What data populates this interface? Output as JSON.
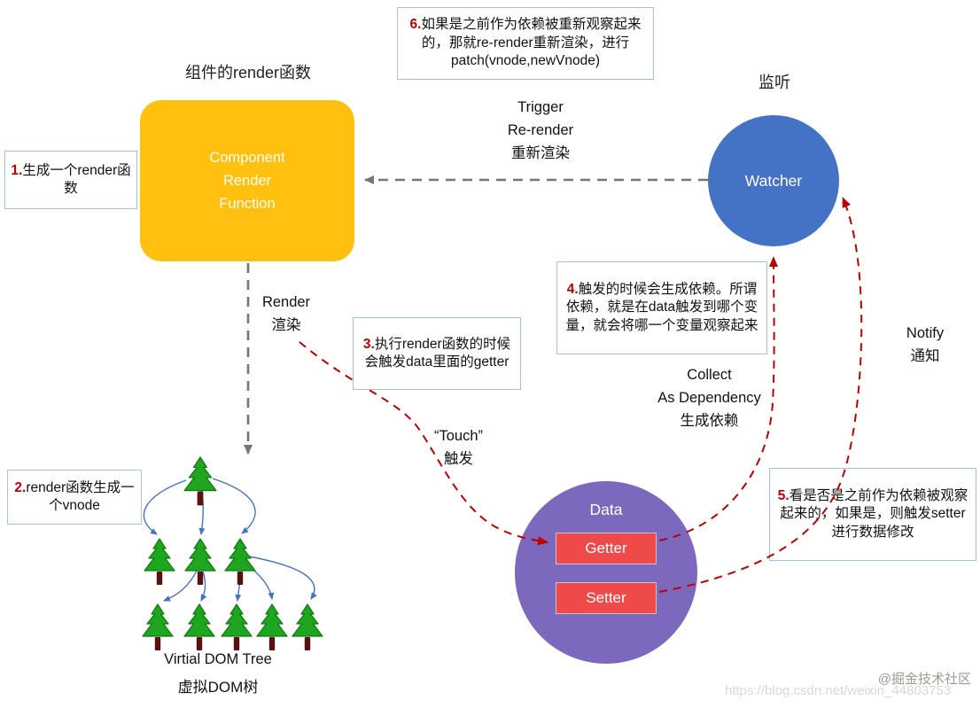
{
  "colors": {
    "component_fill": "#FFC010",
    "watcher_fill": "#4472C4",
    "data_fill": "#7C68BD",
    "getter_setter_fill": "#EE4A4A",
    "annotation_border": "#9DC3E6",
    "red_dashed_arrow": "#C00000",
    "gray_dashed_arrow": "#757575",
    "tree_arrow": "#4472C4",
    "tree_green": "#1FA51F",
    "tree_trunk": "#571111"
  },
  "nodes": {
    "component": {
      "title": "组件的render函数",
      "lines": [
        "Component",
        "Render",
        "Function"
      ]
    },
    "watcher": {
      "title": "监听",
      "label": "Watcher"
    },
    "data": {
      "label": "Data",
      "getter": "Getter",
      "setter": "Setter"
    }
  },
  "edges": {
    "trigger": {
      "lines": [
        "Trigger",
        "Re-render",
        "重新渲染"
      ]
    },
    "render": {
      "lines": [
        "Render",
        "渲染"
      ]
    },
    "touch": {
      "lines": [
        "“Touch”",
        "触发"
      ]
    },
    "collect": {
      "lines": [
        "Collect",
        "As Dependency",
        "生成依赖"
      ]
    },
    "notify": {
      "lines": [
        "Notify",
        "通知"
      ]
    }
  },
  "annotations": [
    {
      "num": "1.",
      "text": "生成一个render函数"
    },
    {
      "num": "2.",
      "text": "render函数生成一个vnode"
    },
    {
      "num": "3.",
      "text": "执行render函数的时候会触发data里面的getter"
    },
    {
      "num": "4.",
      "text": "触发的时候会生成依赖。所谓依赖，就是在data触发到哪个变量，就会将哪一个变量观察起来"
    },
    {
      "num": "5.",
      "text": "看是否是之前作为依赖被观察起来的，如果是，则触发setter进行数据修改"
    },
    {
      "num": "6.",
      "text": "如果是之前作为依赖被重新观察起来的，那就re-render重新渲染，进行patch(vnode,newVnode)"
    }
  ],
  "vdom_tree": {
    "label_en": "Virtial DOM Tree",
    "label_zh": "虚拟DOM树"
  },
  "watermark": {
    "community": "@掘金技术社区",
    "url": "https://blog.csdn.net/weixin_44803753"
  }
}
